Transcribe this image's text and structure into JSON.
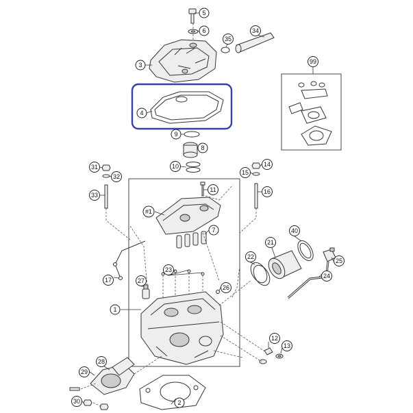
{
  "callouts": [
    {
      "id": "c5",
      "label": "5"
    },
    {
      "id": "c6",
      "label": "6"
    },
    {
      "id": "c35",
      "label": "35"
    },
    {
      "id": "c34",
      "label": "34"
    },
    {
      "id": "c3",
      "label": "3"
    },
    {
      "id": "c99",
      "label": "99"
    },
    {
      "id": "c4",
      "label": "4"
    },
    {
      "id": "c9",
      "label": "9"
    },
    {
      "id": "c8",
      "label": "8"
    },
    {
      "id": "c10",
      "label": "10"
    },
    {
      "id": "c31",
      "label": "31"
    },
    {
      "id": "c32",
      "label": "32"
    },
    {
      "id": "c33",
      "label": "33"
    },
    {
      "id": "c14",
      "label": "14"
    },
    {
      "id": "c15",
      "label": "15"
    },
    {
      "id": "c16",
      "label": "16"
    },
    {
      "id": "c11",
      "label": "11"
    },
    {
      "id": "c1hash",
      "label": "#1"
    },
    {
      "id": "c7",
      "label": "7"
    },
    {
      "id": "c40",
      "label": "40"
    },
    {
      "id": "c21",
      "label": "21"
    },
    {
      "id": "c22",
      "label": "22"
    },
    {
      "id": "c25",
      "label": "25"
    },
    {
      "id": "c24",
      "label": "24"
    },
    {
      "id": "c23",
      "label": "23"
    },
    {
      "id": "c17",
      "label": "17"
    },
    {
      "id": "c27",
      "label": "27"
    },
    {
      "id": "c26",
      "label": "26"
    },
    {
      "id": "c1",
      "label": "1"
    },
    {
      "id": "c12",
      "label": "12"
    },
    {
      "id": "c13",
      "label": "13"
    },
    {
      "id": "c28",
      "label": "28"
    },
    {
      "id": "c29",
      "label": "29"
    },
    {
      "id": "c2",
      "label": "2"
    },
    {
      "id": "c30",
      "label": "30"
    }
  ],
  "colors": {
    "highlight": "#3a3fa8",
    "ink": "#222222",
    "fill": "#eeeeee"
  }
}
